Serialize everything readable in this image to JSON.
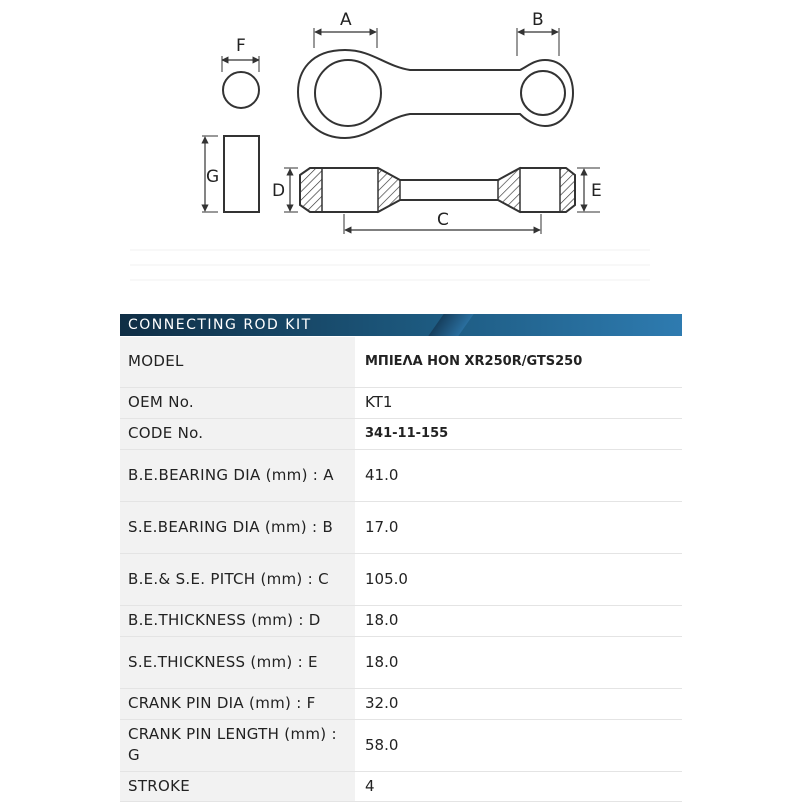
{
  "diagram": {
    "labels": {
      "A": "A",
      "B": "B",
      "C": "C",
      "D": "D",
      "E": "E",
      "F": "F",
      "G": "G"
    }
  },
  "table": {
    "header": "CONNECTING ROD KIT",
    "rows": [
      {
        "key": "MODEL",
        "value": "ΜΠΙΕΛΑ HON XR250R/GTS250",
        "bold": true
      },
      {
        "key": "OEM No.",
        "value": "KT1",
        "bold": false
      },
      {
        "key": "CODE No.",
        "value": "341-11-155",
        "bold": true
      },
      {
        "key": "B.E.BEARING DIA (mm) : A",
        "value": "41.0",
        "bold": false
      },
      {
        "key": "S.E.BEARING DIA (mm) : B",
        "value": "17.0",
        "bold": false
      },
      {
        "key": "B.E.& S.E. PITCH (mm) : C",
        "value": "105.0",
        "bold": false
      },
      {
        "key": "B.E.THICKNESS (mm) : D",
        "value": "18.0",
        "bold": false
      },
      {
        "key": "S.E.THICKNESS (mm) : E",
        "value": "18.0",
        "bold": false
      },
      {
        "key": "CRANK PIN DIA (mm) : F",
        "value": "32.0",
        "bold": false
      },
      {
        "key": "CRANK PIN LENGTH (mm) : G",
        "value": "58.0",
        "bold": false
      },
      {
        "key": "STROKE",
        "value": "4",
        "bold": false
      }
    ]
  }
}
